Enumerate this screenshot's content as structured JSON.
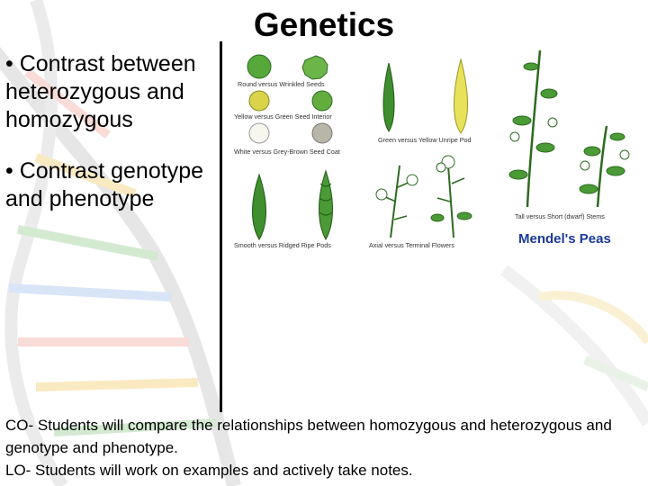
{
  "slide": {
    "title": "Genetics",
    "bullets": [
      "• Contrast between heterozygous and homozygous",
      "• Contrast genotype and phenotype"
    ],
    "footer": {
      "co": "CO- Students will compare the relationships between homozygous and heterozygous and genotype and phenotype.",
      "lo": "LO- Students will work on examples and actively take notes."
    }
  },
  "figure": {
    "caption": "Mendel's Peas",
    "labels": {
      "round_wrinkled": "Round versus Wrinkled Seeds",
      "yellow_green_interior": "Yellow versus Green Seed Interior",
      "white_grey_coat": "White versus Grey-Brown Seed Coat",
      "green_yellow_pod": "Green versus Yellow Unripe Pod",
      "smooth_ridged_pods": "Smooth versus Ridged Ripe Pods",
      "axial_terminal": "Axial versus Terminal Flowers",
      "tall_short": "Tall versus Short (dwarf) Stems"
    }
  },
  "colors": {
    "caption": "#1a3a9a",
    "divider": "#000000",
    "pea_green": "#3f8f2e",
    "pea_yellow": "#e8e25a"
  }
}
